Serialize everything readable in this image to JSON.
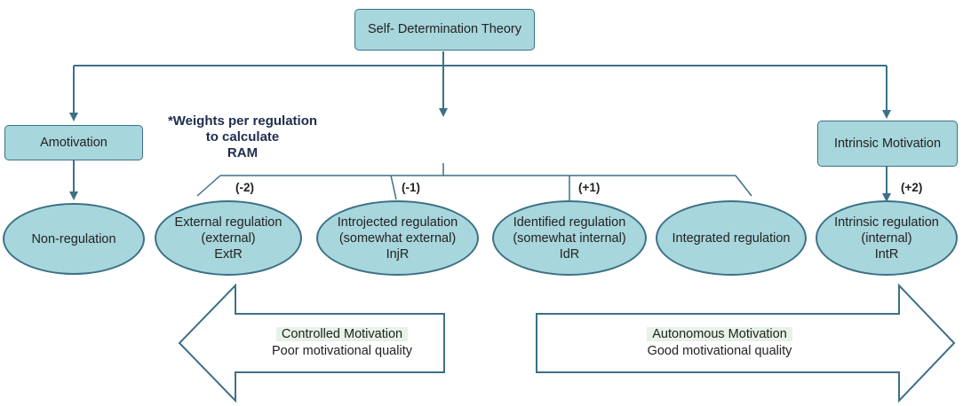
{
  "title": "Self- Determination Theory",
  "note": [
    "*Weights per regulation",
    "to calculate",
    "RAM"
  ],
  "categories": {
    "amotivation": "Amotivation",
    "intrinsic": "Intrinsic Motivation"
  },
  "regulations": [
    {
      "lines": [
        "Non-regulation"
      ]
    },
    {
      "lines": [
        "External regulation",
        "(external)",
        "ExtR"
      ],
      "weight": "(-2)"
    },
    {
      "lines": [
        "Introjected regulation",
        "(somewhat external)",
        "InjR"
      ],
      "weight": "(-1)"
    },
    {
      "lines": [
        "Identified regulation",
        "(somewhat internal)",
        "IdR"
      ],
      "weight": "(+1)"
    },
    {
      "lines": [
        "Integrated regulation"
      ]
    },
    {
      "lines": [
        "Intrinsic regulation",
        "(internal)",
        "IntR"
      ],
      "weight": "(+2)"
    }
  ],
  "controlled": {
    "line1": "Controlled Motivation",
    "line2": "Poor motivational quality"
  },
  "autonomous": {
    "line1": "Autonomous Motivation",
    "line2": "Good motivational quality"
  },
  "colors": {
    "fill": "#a7d6dc",
    "stroke": "#3c7087"
  }
}
